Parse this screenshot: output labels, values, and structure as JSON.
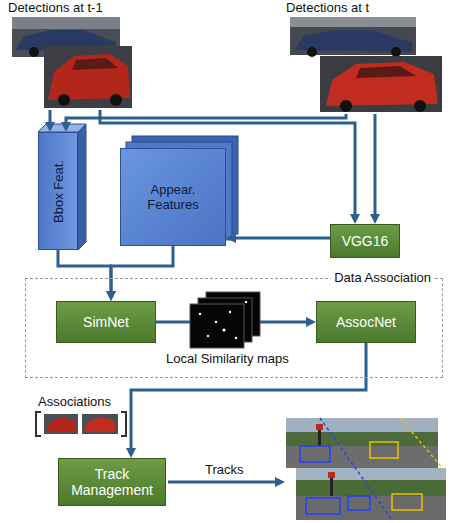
{
  "diagram": {
    "nodes": [
      {
        "text": [
          "Detections at t-1"
        ]
      },
      {
        "text": [
          "Detections at t"
        ]
      },
      {
        "text": [
          "Bbox Feat."
        ]
      },
      {
        "text": [
          "Appear. Features"
        ]
      },
      {
        "text": [
          "VGG16"
        ]
      },
      {
        "text": [
          "Data Association"
        ]
      },
      {
        "text": [
          "SimNet"
        ],
        "in": 5
      },
      {
        "text": [
          "AssocNet"
        ],
        "in": 5
      },
      {
        "text": [
          "Track Management"
        ]
      }
    ],
    "edges": [
      {
        "from": 0,
        "to": 2,
        "arrow": "to"
      },
      {
        "from": 1,
        "to": 2,
        "arrow": "to"
      },
      {
        "from": 0,
        "to": 4,
        "arrow": "to"
      },
      {
        "from": 1,
        "to": 4,
        "arrow": "to"
      },
      {
        "from": 4,
        "to": 3,
        "arrow": "to"
      },
      {
        "from": 2,
        "to": 6,
        "arrow": "to"
      },
      {
        "from": 3,
        "to": 6,
        "arrow": "to"
      },
      {
        "from": 6,
        "to": 7,
        "arrow": "to"
      },
      {
        "from": 7,
        "to": 8,
        "arrow": "to"
      }
    ],
    "labels": [
      "Local Similarity maps",
      "Associations",
      "Tracks"
    ]
  }
}
